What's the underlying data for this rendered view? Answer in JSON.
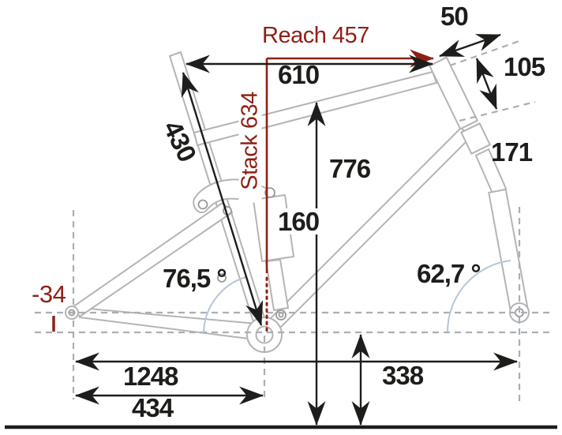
{
  "colors": {
    "accent_red": "#8e2016",
    "ink_black": "#1d1d1b",
    "frame_gray": "#b4b4b4",
    "dashed_gray": "#a9afb6",
    "arc_blue": "#b7c5d8",
    "background": "#ffffff"
  },
  "labels": {
    "reach": "Reach 457",
    "stack": "Stack 634",
    "top_tube": "610",
    "stem": "50",
    "head_tube": "105",
    "fork": "171",
    "standover": "776",
    "travel": "160",
    "seat_tube": "430",
    "seat_tube_angle": "76,5 °",
    "head_tube_angle": "62,7 °",
    "bb_drop": "-34",
    "wheelbase": "1248",
    "chainstay": "434",
    "bb_height": "338"
  }
}
